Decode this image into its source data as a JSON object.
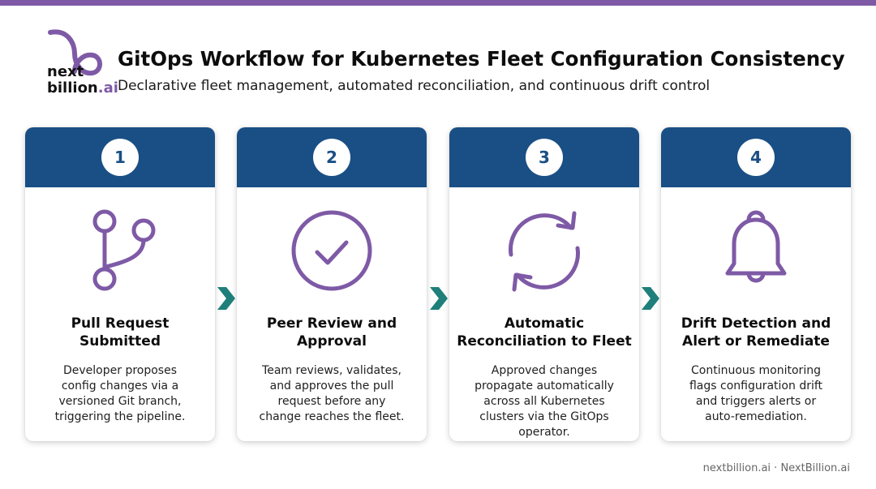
{
  "brand": {
    "logo_line1": "next",
    "logo_line2_main": "billion",
    "logo_line2_suffix": ".ai",
    "accent_color": "#7e5aa6",
    "header_color": "#1a4f85",
    "arrow_color": "#1f7f7a"
  },
  "header": {
    "title": "GitOps Workflow for Kubernetes Fleet Configuration Consistency",
    "subtitle": "Declarative fleet management, automated reconciliation, and continuous drift control"
  },
  "steps": [
    {
      "number": "1",
      "icon": "git-branch-icon",
      "title_line1": "Pull Request",
      "title_line2": "Submitted",
      "desc_lines": [
        "Developer proposes",
        "config changes via a",
        "versioned Git branch,",
        "triggering the pipeline."
      ]
    },
    {
      "number": "2",
      "icon": "check-circle-icon",
      "title_line1": "Peer Review and",
      "title_line2": "Approval",
      "desc_lines": [
        "Team reviews, validates,",
        "and approves the pull",
        "request before any",
        "change reaches the fleet."
      ]
    },
    {
      "number": "3",
      "icon": "sync-icon",
      "title_line1": "Automatic",
      "title_line2": "Reconciliation to Fleet",
      "desc_lines": [
        "Approved changes",
        "propagate automatically",
        "across all Kubernetes",
        "clusters via the GitOps",
        "operator."
      ]
    },
    {
      "number": "4",
      "icon": "bell-icon",
      "title_line1": "Drift Detection and",
      "title_line2": "Alert or Remediate",
      "desc_lines": [
        "Continuous monitoring",
        "flags configuration drift",
        "and triggers alerts or",
        "auto-remediation."
      ]
    }
  ],
  "footer": {
    "text": "nextbillion.ai · NextBillion.ai"
  }
}
